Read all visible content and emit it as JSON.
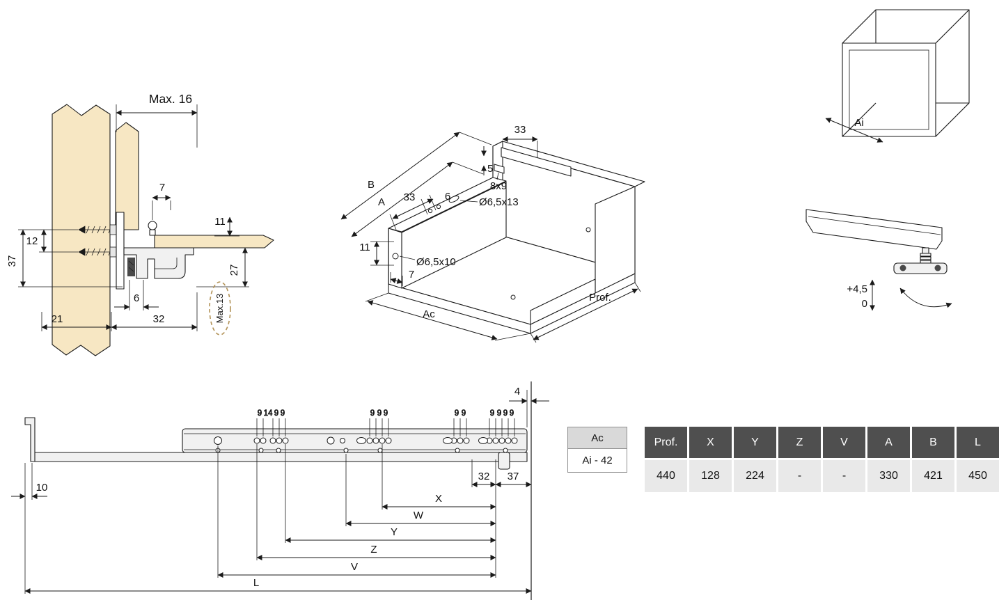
{
  "cross_section": {
    "max16": "Max. 16",
    "d7": "7",
    "d11": "11",
    "d12": "12",
    "d37": "37",
    "d27": "27",
    "d6": "6",
    "d21": "21",
    "d32": "32",
    "max13": "Max.13"
  },
  "drawer_iso": {
    "d33_top": "33",
    "d5": "5",
    "slot_8x9": "8x9",
    "hole_back": "Ø6,5x13",
    "dB": "B",
    "dA": "A",
    "d33": "33",
    "d6": "6",
    "d11": "11",
    "hole_side": "Ø6,5x10",
    "d7": "7",
    "prof": "Prof.",
    "ac": "Ac"
  },
  "cabinet": {
    "ai": "Ai"
  },
  "rail_detail": {
    "adjust_plus": "+4,5",
    "adjust_zero": "0"
  },
  "slide_profile": {
    "d4": "4",
    "d10": "10",
    "group_a": [
      "9",
      "14",
      "9",
      "9"
    ],
    "group_b": [
      "9",
      "9",
      "9"
    ],
    "group_c": [
      "9",
      "9"
    ],
    "group_d": [
      "9",
      "9",
      "9",
      "9"
    ],
    "d32": "32",
    "d37": "37",
    "dim_x": "X",
    "dim_w": "W",
    "dim_y": "Y",
    "dim_z": "Z",
    "dim_v": "V",
    "dim_l": "L"
  },
  "ac_table": {
    "header": "Ac",
    "value": "Ai - 42"
  },
  "spec_table": {
    "headers": [
      "Prof.",
      "X",
      "Y",
      "Z",
      "V",
      "A",
      "B",
      "L"
    ],
    "values": [
      "440",
      "128",
      "224",
      "-",
      "-",
      "330",
      "421",
      "450"
    ]
  },
  "colors": {
    "wood": "#f7e7c3",
    "line": "#1a1a1a",
    "table_header_bg": "#4f4f4f",
    "table_cell_bg": "#e9e9e9",
    "ellipse_dash": "#b29256"
  }
}
